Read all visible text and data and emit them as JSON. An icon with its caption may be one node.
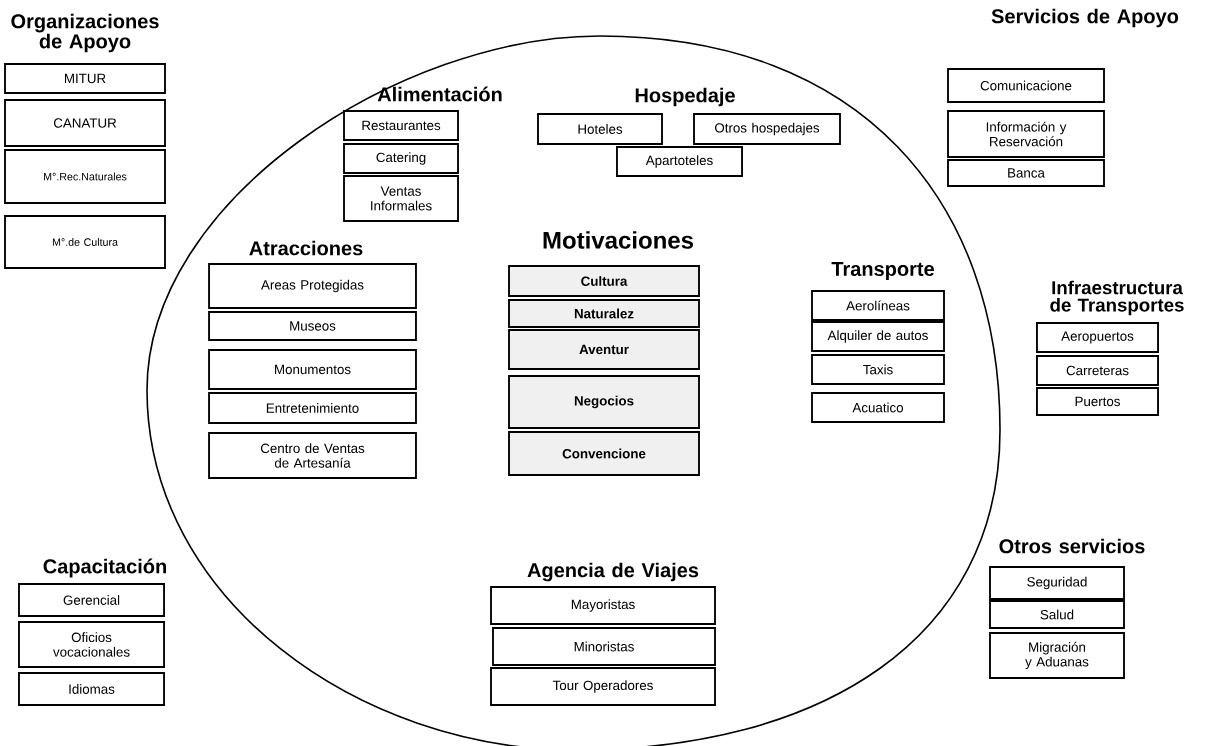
{
  "diagram": {
    "nodes": [
      {
        "text": [],
        "shape": "circle"
      },
      {
        "text": [
          "MITUR"
        ]
      },
      {
        "text": [
          "CANATUR"
        ]
      },
      {
        "text": [
          "M°.Rec.Naturales"
        ]
      },
      {
        "text": [
          "M°.de Cultura"
        ]
      },
      {
        "text": [
          "Restaurantes"
        ],
        "in": 0
      },
      {
        "text": [
          "Catering"
        ],
        "in": 0
      },
      {
        "text": [
          "Ventas Informales"
        ],
        "in": 0
      },
      {
        "text": [
          "Hoteles"
        ],
        "in": 0
      },
      {
        "text": [
          "Otros hospedajes"
        ],
        "in": 0
      },
      {
        "text": [
          "Apartoteles"
        ],
        "in": 0
      },
      {
        "text": [
          "Comunicacione"
        ]
      },
      {
        "text": [
          "Información y Reservación"
        ]
      },
      {
        "text": [
          "Banca"
        ]
      },
      {
        "text": [
          "Areas Protegidas"
        ],
        "in": 0
      },
      {
        "text": [
          "Museos"
        ],
        "in": 0
      },
      {
        "text": [
          "Monumentos"
        ],
        "in": 0
      },
      {
        "text": [
          "Entretenimiento"
        ],
        "in": 0
      },
      {
        "text": [
          "Centro de Ventas de Artesanía"
        ],
        "in": 0
      },
      {
        "text": [
          "Cultura"
        ],
        "in": 0
      },
      {
        "text": [
          "Naturalez"
        ],
        "in": 0
      },
      {
        "text": [
          "Aventur"
        ],
        "in": 0
      },
      {
        "text": [
          "Negocios"
        ],
        "in": 0
      },
      {
        "text": [
          "Convencione"
        ],
        "in": 0
      },
      {
        "text": [
          "Aerolíneas"
        ],
        "in": 0
      },
      {
        "text": [
          "Alquiler de autos"
        ],
        "in": 0
      },
      {
        "text": [
          "Taxis"
        ],
        "in": 0
      },
      {
        "text": [
          "Acuatico"
        ],
        "in": 0
      },
      {
        "text": [
          "Aeropuertos"
        ]
      },
      {
        "text": [
          "Carreteras"
        ]
      },
      {
        "text": [
          "Puertos"
        ]
      },
      {
        "text": [
          "Gerencial"
        ]
      },
      {
        "text": [
          "Oficios vocacionales"
        ]
      },
      {
        "text": [
          "Idiomas"
        ]
      },
      {
        "text": [
          "Mayoristas"
        ],
        "in": 0
      },
      {
        "text": [
          "Minoristas"
        ],
        "in": 0
      },
      {
        "text": [
          "Tour Operadores"
        ],
        "in": 0
      },
      {
        "text": [
          "Seguridad"
        ]
      },
      {
        "text": [
          "Salud"
        ]
      },
      {
        "text": [
          "Migración y Aduanas"
        ]
      }
    ],
    "labels": [
      "Organizaciones de Apoyo",
      "Servicios de Apoyo",
      "Alimentación",
      "Hospedaje",
      "Motivaciones",
      "Atracciones",
      "Transporte",
      "Infraestructura de Transportes",
      "Otros servicios",
      "Capacitación",
      "Agencia de Viajes"
    ]
  }
}
